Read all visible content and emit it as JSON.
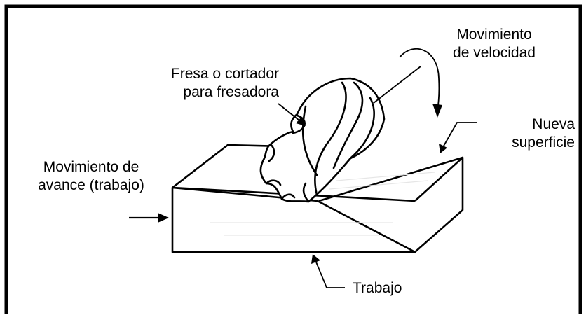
{
  "colors": {
    "ink": "#000000",
    "paper": "#ffffff",
    "surface_hatch": "#e6e6e6"
  },
  "labels": {
    "cutter": [
      "Fresa o cortador",
      "para fresadora"
    ],
    "speed_motion": [
      "Movimiento",
      "de velocidad"
    ],
    "new_surface": [
      "Nueva",
      "superficie"
    ],
    "feed_motion": [
      "Movimiento de",
      "avance (trabajo)"
    ],
    "work": "Trabajo"
  }
}
